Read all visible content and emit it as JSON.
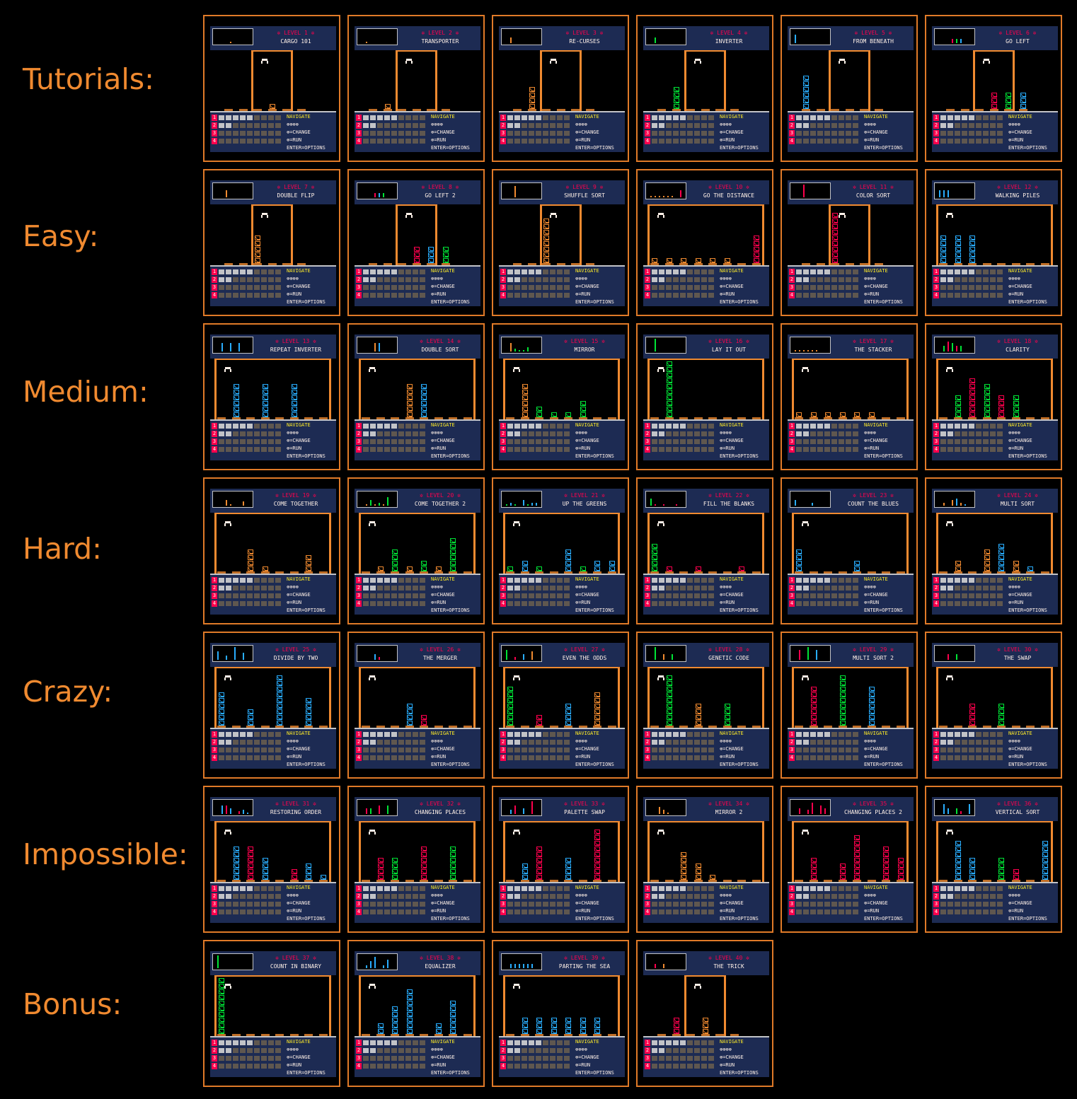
{
  "rows": [
    {
      "label": "Tutorials:",
      "levels": [
        {
          "n": 1,
          "title": "CARGO 101",
          "boxes": [
            [
              3,
              1,
              "o"
            ]
          ],
          "cols": 2
        },
        {
          "n": 2,
          "title": "TRANSPORTER",
          "boxes": [
            [
              1,
              1,
              "o"
            ]
          ],
          "cols": 2
        },
        {
          "n": 3,
          "title": "RE-CURSES",
          "boxes": [
            [
              1,
              4,
              "o"
            ]
          ],
          "cols": 2
        },
        {
          "n": 4,
          "title": "INVERTER",
          "boxes": [
            [
              1,
              4,
              "g"
            ]
          ],
          "cols": 2
        },
        {
          "n": 5,
          "title": "FROM BENEATH",
          "boxes": [
            [
              0,
              6,
              "b"
            ]
          ],
          "cols": 2
        },
        {
          "n": 6,
          "title": "GO LEFT",
          "boxes": [
            [
              3,
              3,
              "r"
            ],
            [
              4,
              3,
              "g"
            ],
            [
              5,
              3,
              "b"
            ]
          ],
          "cols": 2
        }
      ]
    },
    {
      "label": "Easy:",
      "levels": [
        {
          "n": 7,
          "title": "DOUBLE FLIP",
          "boxes": [
            [
              2,
              5,
              "o"
            ]
          ],
          "cols": 2
        },
        {
          "n": 8,
          "title": "GO LEFT 2",
          "boxes": [
            [
              3,
              3,
              "r"
            ],
            [
              4,
              3,
              "b"
            ],
            [
              5,
              3,
              "g"
            ]
          ],
          "cols": 2
        },
        {
          "n": 9,
          "title": "SHUFFLE SORT",
          "boxes": [
            [
              2,
              8,
              "o"
            ]
          ],
          "cols": 2
        },
        {
          "n": 10,
          "title": "GO THE DISTANCE",
          "boxes": [
            [
              0,
              1,
              "o"
            ],
            [
              1,
              1,
              "o"
            ],
            [
              2,
              1,
              "o"
            ],
            [
              3,
              1,
              "o"
            ],
            [
              4,
              1,
              "o"
            ],
            [
              5,
              1,
              "o"
            ],
            [
              7,
              5,
              "r"
            ]
          ],
          "cols": 8
        },
        {
          "n": 11,
          "title": "COLOR SORT",
          "boxes": [
            [
              2,
              9,
              "r"
            ]
          ],
          "cols": 2
        },
        {
          "n": 12,
          "title": "WALKING PILES",
          "boxes": [
            [
              0,
              5,
              "b"
            ],
            [
              1,
              5,
              "b"
            ],
            [
              2,
              5,
              "b"
            ]
          ],
          "cols": 8
        }
      ]
    },
    {
      "label": "Medium:",
      "levels": [
        {
          "n": 13,
          "title": "REPEAT INVERTER",
          "boxes": [
            [
              1,
              6,
              "b"
            ],
            [
              3,
              6,
              "b"
            ],
            [
              5,
              6,
              "b"
            ]
          ],
          "cols": 8
        },
        {
          "n": 14,
          "title": "DOUBLE SORT",
          "boxes": [
            [
              3,
              6,
              "o"
            ],
            [
              4,
              6,
              "b"
            ]
          ],
          "cols": 8
        },
        {
          "n": 15,
          "title": "MIRROR",
          "boxes": [
            [
              1,
              6,
              "o"
            ],
            [
              2,
              2,
              "g"
            ],
            [
              3,
              1,
              "g"
            ],
            [
              4,
              1,
              "g"
            ],
            [
              5,
              3,
              "g"
            ]
          ],
          "cols": 8
        },
        {
          "n": 16,
          "title": "LAY IT OUT",
          "boxes": [
            [
              1,
              10,
              "g"
            ]
          ],
          "cols": 8
        },
        {
          "n": 17,
          "title": "THE STACKER",
          "boxes": [
            [
              0,
              1,
              "o"
            ],
            [
              1,
              1,
              "o"
            ],
            [
              2,
              1,
              "o"
            ],
            [
              3,
              1,
              "o"
            ],
            [
              4,
              1,
              "o"
            ],
            [
              5,
              1,
              "o"
            ]
          ],
          "cols": 8
        },
        {
          "n": 18,
          "title": "CLARITY",
          "boxes": [
            [
              1,
              4,
              "g"
            ],
            [
              2,
              7,
              "r"
            ],
            [
              3,
              6,
              "g"
            ],
            [
              4,
              4,
              "r"
            ],
            [
              5,
              4,
              "g"
            ]
          ],
          "cols": 8
        }
      ]
    },
    {
      "label": "Hard:",
      "levels": [
        {
          "n": 19,
          "title": "COME TOGETHER",
          "boxes": [
            [
              2,
              4,
              "o"
            ],
            [
              3,
              1,
              "o"
            ],
            [
              6,
              3,
              "o"
            ]
          ],
          "cols": 8
        },
        {
          "n": 20,
          "title": "COME TOGETHER 2",
          "boxes": [
            [
              1,
              1,
              "o"
            ],
            [
              2,
              4,
              "g"
            ],
            [
              3,
              1,
              "o"
            ],
            [
              4,
              2,
              "g"
            ],
            [
              5,
              1,
              "o"
            ],
            [
              6,
              6,
              "g"
            ]
          ],
          "cols": 8
        },
        {
          "n": 21,
          "title": "UP THE GREENS",
          "boxes": [
            [
              0,
              1,
              "g"
            ],
            [
              1,
              2,
              "b"
            ],
            [
              2,
              1,
              "g"
            ],
            [
              4,
              4,
              "b"
            ],
            [
              5,
              1,
              "g"
            ],
            [
              6,
              2,
              "b"
            ],
            [
              7,
              2,
              "b"
            ]
          ],
          "cols": 8
        },
        {
          "n": 22,
          "title": "FILL THE BLANKS",
          "boxes": [
            [
              0,
              5,
              "g"
            ],
            [
              1,
              1,
              "r"
            ],
            [
              3,
              1,
              "r"
            ],
            [
              6,
              1,
              "r"
            ]
          ],
          "cols": 8
        },
        {
          "n": 23,
          "title": "COUNT THE BLUES",
          "boxes": [
            [
              0,
              4,
              "b"
            ],
            [
              4,
              2,
              "b"
            ]
          ],
          "cols": 8
        },
        {
          "n": 24,
          "title": "MULTI SORT",
          "boxes": [
            [
              1,
              2,
              "o"
            ],
            [
              3,
              4,
              "o"
            ],
            [
              4,
              5,
              "b"
            ],
            [
              5,
              2,
              "o"
            ],
            [
              6,
              1,
              "b"
            ]
          ],
          "cols": 8
        }
      ]
    },
    {
      "label": "Crazy:",
      "levels": [
        {
          "n": 25,
          "title": "DIVIDE BY TWO",
          "boxes": [
            [
              0,
              6,
              "b"
            ],
            [
              2,
              3,
              "b"
            ],
            [
              4,
              9,
              "b"
            ],
            [
              6,
              5,
              "b"
            ]
          ],
          "cols": 8
        },
        {
          "n": 26,
          "title": "THE MERGER",
          "boxes": [
            [
              3,
              4,
              "b"
            ],
            [
              4,
              2,
              "r"
            ]
          ],
          "cols": 8
        },
        {
          "n": 27,
          "title": "EVEN THE ODDS",
          "boxes": [
            [
              0,
              7,
              "g"
            ],
            [
              2,
              2,
              "r"
            ],
            [
              4,
              4,
              "b"
            ],
            [
              6,
              6,
              "o"
            ]
          ],
          "cols": 8
        },
        {
          "n": 28,
          "title": "GENETIC CODE",
          "boxes": [
            [
              1,
              9,
              "g"
            ],
            [
              3,
              4,
              "o"
            ],
            [
              5,
              4,
              "g"
            ]
          ],
          "cols": 8
        },
        {
          "n": 29,
          "title": "MULTI SORT 2",
          "boxes": [
            [
              1,
              7,
              "r"
            ],
            [
              3,
              9,
              "g"
            ],
            [
              5,
              7,
              "b"
            ]
          ],
          "cols": 8
        },
        {
          "n": 30,
          "title": "THE SWAP",
          "boxes": [
            [
              2,
              4,
              "r"
            ],
            [
              4,
              4,
              "g"
            ]
          ],
          "cols": 8
        }
      ]
    },
    {
      "label": "Impossible:",
      "levels": [
        {
          "n": 31,
          "title": "RESTORING ORDER",
          "boxes": [
            [
              1,
              6,
              "b"
            ],
            [
              2,
              6,
              "r"
            ],
            [
              3,
              4,
              "b"
            ],
            [
              5,
              2,
              "r"
            ],
            [
              6,
              3,
              "b"
            ],
            [
              7,
              1,
              "b"
            ]
          ],
          "cols": 8
        },
        {
          "n": 32,
          "title": "CHANGING PLACES",
          "boxes": [
            [
              1,
              4,
              "r"
            ],
            [
              2,
              4,
              "g"
            ],
            [
              4,
              6,
              "r"
            ],
            [
              6,
              6,
              "g"
            ]
          ],
          "cols": 8
        },
        {
          "n": 33,
          "title": "PALETTE SWAP",
          "boxes": [
            [
              1,
              3,
              "b"
            ],
            [
              2,
              6,
              "r"
            ],
            [
              4,
              4,
              "b"
            ],
            [
              6,
              9,
              "r"
            ]
          ],
          "cols": 8
        },
        {
          "n": 34,
          "title": "MIRROR 2",
          "boxes": [
            [
              2,
              5,
              "o"
            ],
            [
              3,
              3,
              "o"
            ],
            [
              4,
              1,
              "o"
            ]
          ],
          "cols": 8
        },
        {
          "n": 35,
          "title": "CHANGING PLACES 2",
          "boxes": [
            [
              1,
              4,
              "r"
            ],
            [
              3,
              3,
              "r"
            ],
            [
              4,
              8,
              "r"
            ],
            [
              6,
              6,
              "r"
            ],
            [
              7,
              4,
              "r"
            ]
          ],
          "cols": 8
        },
        {
          "n": 36,
          "title": "VERTICAL SORT",
          "boxes": [
            [
              1,
              7,
              "b"
            ],
            [
              2,
              4,
              "b"
            ],
            [
              4,
              4,
              "g"
            ],
            [
              5,
              2,
              "r"
            ],
            [
              7,
              7,
              "b"
            ]
          ],
          "cols": 8
        }
      ]
    },
    {
      "label": "Bonus:",
      "levels": [
        {
          "n": 37,
          "title": "COUNT IN BINARY",
          "boxes": [
            [
              0,
              10,
              "g"
            ]
          ],
          "cols": 8
        },
        {
          "n": 38,
          "title": "EQUALIZER",
          "boxes": [
            [
              1,
              2,
              "b"
            ],
            [
              2,
              5,
              "b"
            ],
            [
              3,
              8,
              "b"
            ],
            [
              5,
              2,
              "b"
            ],
            [
              6,
              6,
              "b"
            ]
          ],
          "cols": 8
        },
        {
          "n": 39,
          "title": "PARTING THE SEA",
          "boxes": [
            [
              1,
              3,
              "b"
            ],
            [
              2,
              3,
              "b"
            ],
            [
              3,
              3,
              "b"
            ],
            [
              4,
              3,
              "b"
            ],
            [
              5,
              3,
              "b"
            ],
            [
              6,
              3,
              "b"
            ]
          ],
          "cols": 8
        },
        {
          "n": 40,
          "title": "THE TRICK",
          "boxes": [
            [
              1,
              3,
              "r"
            ],
            [
              3,
              3,
              "o"
            ]
          ],
          "cols": 2
        }
      ]
    }
  ],
  "level_prefix": "LEVEL",
  "help": {
    "navigate": "NAVIGATE",
    "change": "⊗=CHANGE",
    "run": "⊗=RUN",
    "options": "ENTER=OPTIONS",
    "buttons": "⊗⊗⊗⊗"
  },
  "colors": {
    "orange": "#f08a30",
    "navy": "#1d2b53",
    "red": "#ff004d",
    "green": "#00e436",
    "blue": "#29adff",
    "yellow": "#ffec27"
  }
}
